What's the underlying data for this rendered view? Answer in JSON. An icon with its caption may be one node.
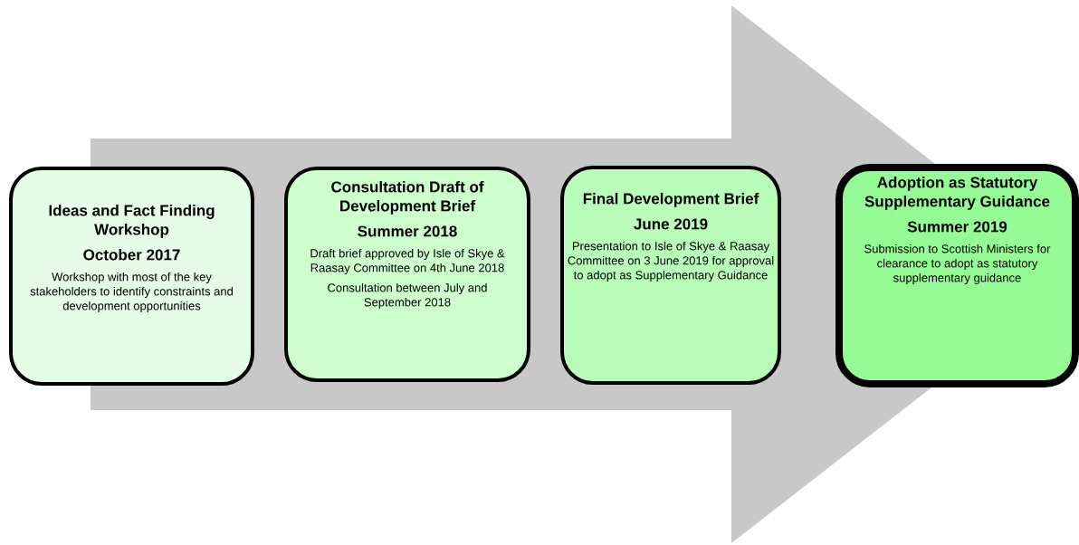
{
  "diagram": {
    "nodes": [
      {
        "text": [
          "Ideas and Fact Finding Workshop",
          "October 2017",
          "Workshop with most of the key stakeholders to identify constraints and development opportunities"
        ]
      },
      {
        "text": [
          "Consultation Draft of Development Brief",
          "Summer 2018",
          "Draft brief approved by Isle of Skye & Raasay Committee on 4th June 2018",
          "Consultation between July and September 2018"
        ]
      },
      {
        "text": [
          "Final Development Brief",
          "June 2019",
          "Presentation to Isle of Skye & Raasay Committee on 3 June 2019 for approval to adopt as Supplementary Guidance"
        ]
      },
      {
        "text": [
          "Adoption as Statutory Supplementary Guidance",
          "Summer 2019",
          "Submission to Scottish Ministers for clearance to adopt as statutory supplementary guidance"
        ]
      }
    ],
    "edges": [
      {
        "from": 0,
        "to": 3,
        "arrow": "to"
      }
    ]
  }
}
